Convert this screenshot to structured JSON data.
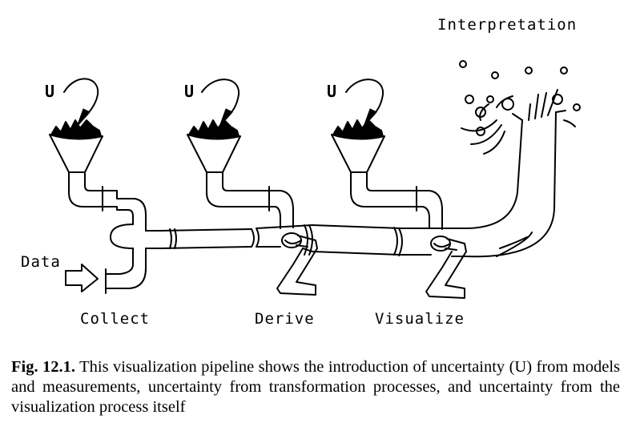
{
  "labels": {
    "interpretation": "Interpretation",
    "data": "Data",
    "collect": "Collect",
    "derive": "Derive",
    "visualize": "Visualize",
    "uncertainty_symbol": "U"
  },
  "caption": {
    "figure_number": "Fig. 12.1.",
    "text": "This visualization pipeline shows the introduction of uncertainty (U) from models and measurements, uncertainty from transformation processes, and uncertainty from the visualization process itself"
  }
}
